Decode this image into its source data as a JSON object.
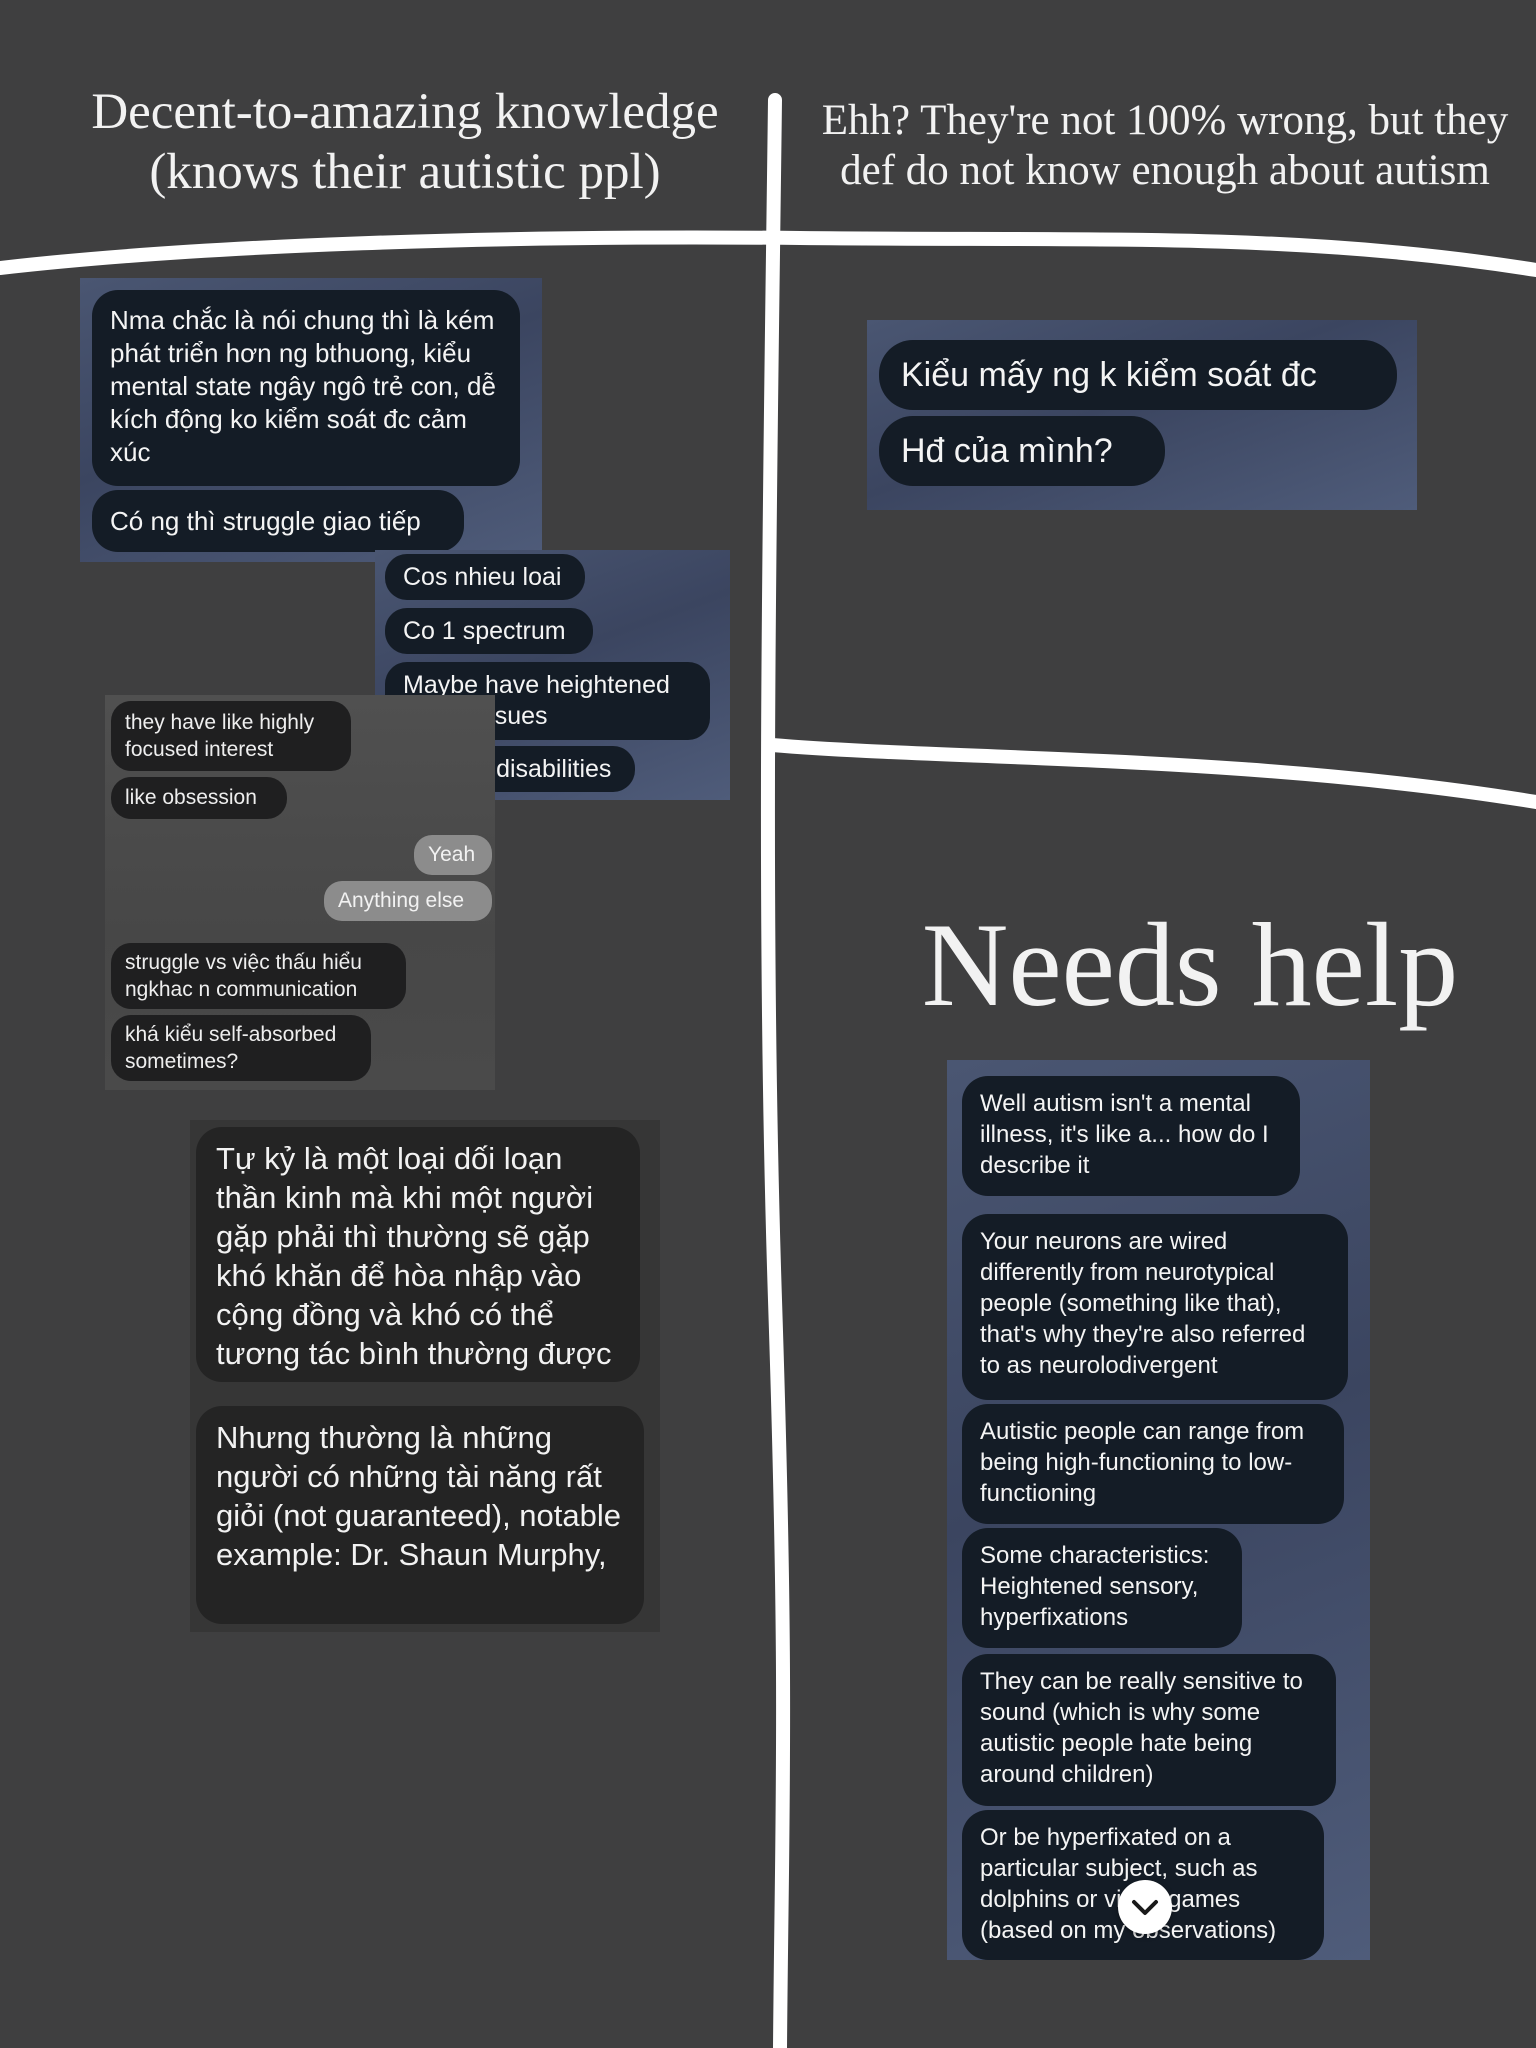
{
  "headings": {
    "left": "Decent-to-amazing knowledge (knows their autistic ppl)",
    "right": "Ehh? They're not 100% wrong, but they def do not know enough about autism",
    "needs_help": "Needs help"
  },
  "screenshot1": {
    "messages": [
      "Nma chắc là nói chung thì là kém phát triển hơn ng bthuong, kiểu mental state ngây ngô trẻ con, dễ kích động ko kiểm soát đc cảm xúc",
      "Có ng thì struggle giao tiếp"
    ]
  },
  "screenshot2": {
    "messages": [
      "Cos nhieu loai",
      "Co 1 spectrum",
      "Maybe have heightened sense issues",
      "N some disabilities"
    ]
  },
  "screenshot3": {
    "messages": [
      "they have like highly focused interest",
      "like obsession",
      "Yeah",
      "Anything else",
      "struggle vs việc thấu hiểu ngkhac n communication",
      "khá kiểu self-absorbed sometimes?"
    ]
  },
  "screenshot4": {
    "messages": [
      "Tự kỷ là một loại dối loạn thần kinh mà khi một người gặp phải thì thường sẽ gặp khó khăn để hòa nhập vào cộng đồng và khó có thể tương tác bình thường được",
      "Nhưng thường là những người có những tài năng rất giỏi (not guaranteed), notable example: Dr. Shaun Murphy,"
    ]
  },
  "screenshot5": {
    "messages": [
      "Kiểu mấy ng k kiểm soát đc",
      "Hđ của mình?"
    ]
  },
  "screenshot6": {
    "messages": [
      "Well autism isn't a mental illness, it's like a... how do I describe it",
      "Your neurons are wired differently from neurotypical people (something like that), that's why they're also referred to as neurolodivergent",
      "Autistic people can range from being high-functioning to low-functioning",
      "Some characteristics: Heightened sensory, hyperfixations",
      "They can be really sensitive to sound (which is why some autistic people hate being around children)",
      "Or be hyperfixated on a particular subject, such as dolphins or video games (based on my observations)"
    ]
  },
  "icons": {
    "scroll_down": "chevron-down-icon"
  }
}
